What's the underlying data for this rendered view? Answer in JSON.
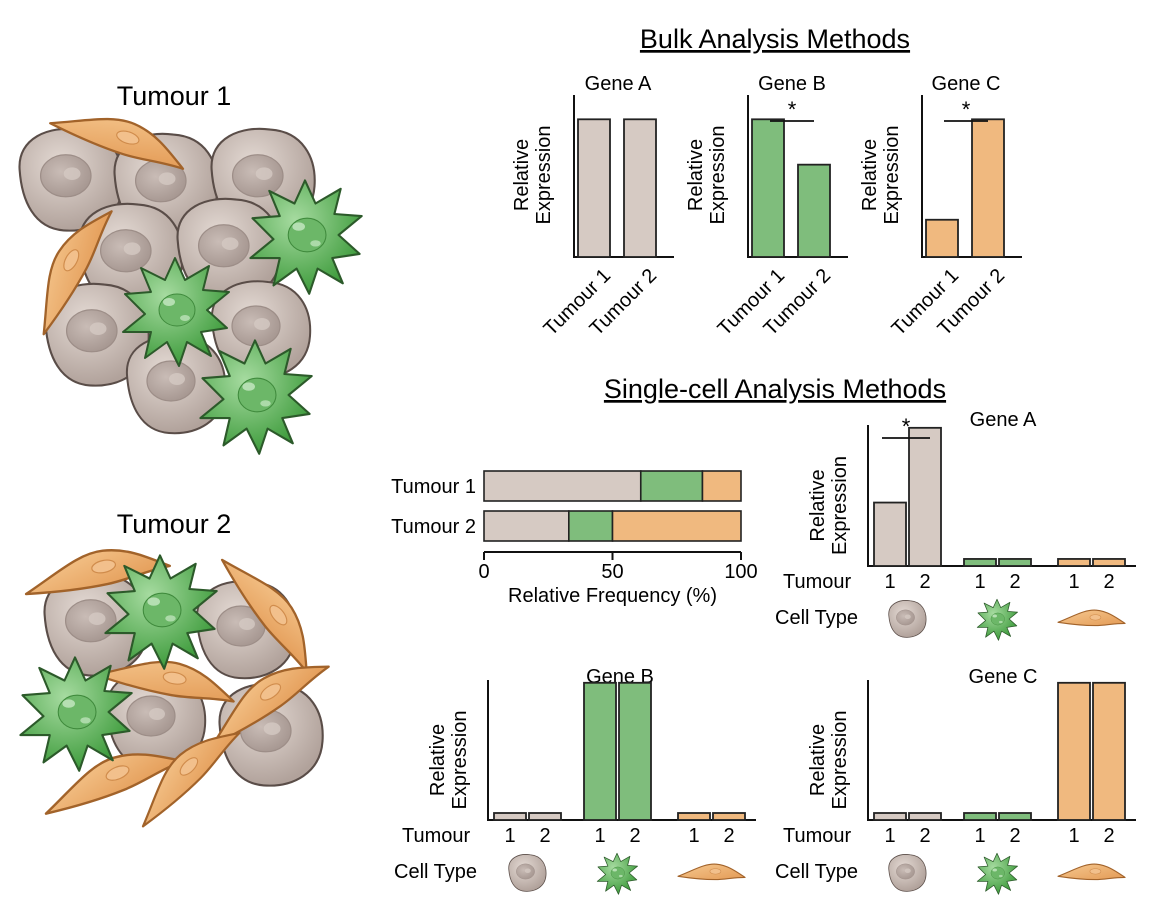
{
  "left_panel": {
    "tumour1_title": "Tumour 1",
    "tumour2_title": "Tumour 2"
  },
  "bulk": {
    "title": "Bulk Analysis Methods",
    "ylabel_line1": "Relative",
    "ylabel_line2": "Expression",
    "significance": "*",
    "charts": [
      {
        "title": "Gene A",
        "categories": [
          "Tumour 1",
          "Tumour 2"
        ],
        "values": [
          0.85,
          0.85
        ],
        "color": "#d6cac3",
        "significant": false
      },
      {
        "title": "Gene B",
        "categories": [
          "Tumour 1",
          "Tumour 2"
        ],
        "values": [
          0.85,
          0.57
        ],
        "color": "#7fbd7c",
        "significant": true
      },
      {
        "title": "Gene C",
        "categories": [
          "Tumour 1",
          "Tumour 2"
        ],
        "values": [
          0.23,
          0.85
        ],
        "color": "#f0b97f",
        "significant": true
      }
    ]
  },
  "single_cell": {
    "title": "Single-cell Analysis Methods",
    "ylabel_line1": "Relative",
    "ylabel_line2": "Expression",
    "tumour_label": "Tumour",
    "celltype_label": "Cell Type",
    "significance": "*",
    "frequency": {
      "xlabel": "Relative Frequency (%)",
      "ticks": [
        "0",
        "50",
        "100"
      ],
      "rows": [
        {
          "label": "Tumour 1",
          "segments": [
            61,
            24,
            15
          ]
        },
        {
          "label": "Tumour 2",
          "segments": [
            33,
            17,
            50
          ]
        }
      ],
      "colors": [
        "#d6cac3",
        "#7fbd7c",
        "#f0b97f"
      ]
    },
    "charts": [
      {
        "title": "Gene A",
        "groups": [
          [
            0.45,
            0.98
          ],
          [
            0.05,
            0.05
          ],
          [
            0.05,
            0.05
          ]
        ],
        "significant_group": 0
      },
      {
        "title": "Gene B",
        "groups": [
          [
            0.05,
            0.05
          ],
          [
            0.98,
            0.98
          ],
          [
            0.05,
            0.05
          ]
        ],
        "significant_group": -1
      },
      {
        "title": "Gene C",
        "groups": [
          [
            0.05,
            0.05
          ],
          [
            0.05,
            0.05
          ],
          [
            0.98,
            0.98
          ]
        ],
        "significant_group": -1
      }
    ],
    "group_colors": [
      "#d6cac3",
      "#7fbd7c",
      "#f0b97f"
    ],
    "tick_labels": [
      "1",
      "2"
    ]
  },
  "icons": [
    "tumour-cell-icon",
    "immune-cell-icon",
    "fibroblast-icon"
  ]
}
